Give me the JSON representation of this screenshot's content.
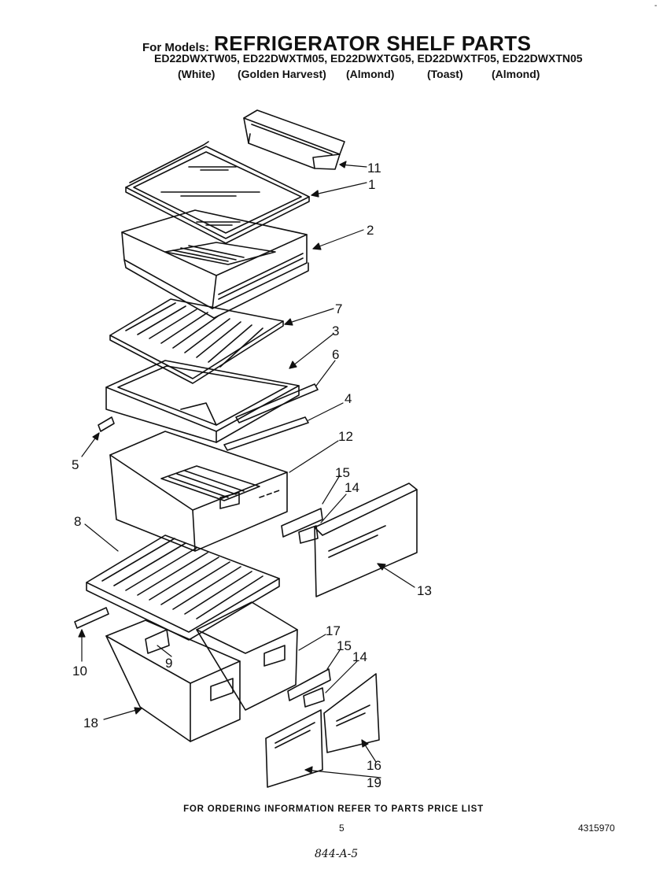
{
  "header": {
    "for_models": "For Models:",
    "title": "REFRIGERATOR SHELF PARTS",
    "models": "ED22DWXTW05, ED22DWXTM05, ED22DWXTG05, ED22DWXTF05, ED22DWXTN05",
    "finishes": [
      "(White)",
      "(Golden Harvest)",
      "(Almond)",
      "(Toast)",
      "(Almond)"
    ]
  },
  "callouts": [
    "11",
    "1",
    "2",
    "7",
    "3",
    "6",
    "4",
    "5",
    "12",
    "15",
    "14",
    "8",
    "13",
    "17",
    "15",
    "14",
    "9",
    "10",
    "18",
    "16",
    "19"
  ],
  "footer": {
    "ordering_note": "FOR ORDERING INFORMATION REFER TO PARTS PRICE LIST",
    "page_number": "5",
    "document_number": "4315970",
    "handwritten": "844-A-5",
    "corner_mark": "-"
  },
  "colors": {
    "ink": "#111111",
    "paper": "#ffffff"
  }
}
